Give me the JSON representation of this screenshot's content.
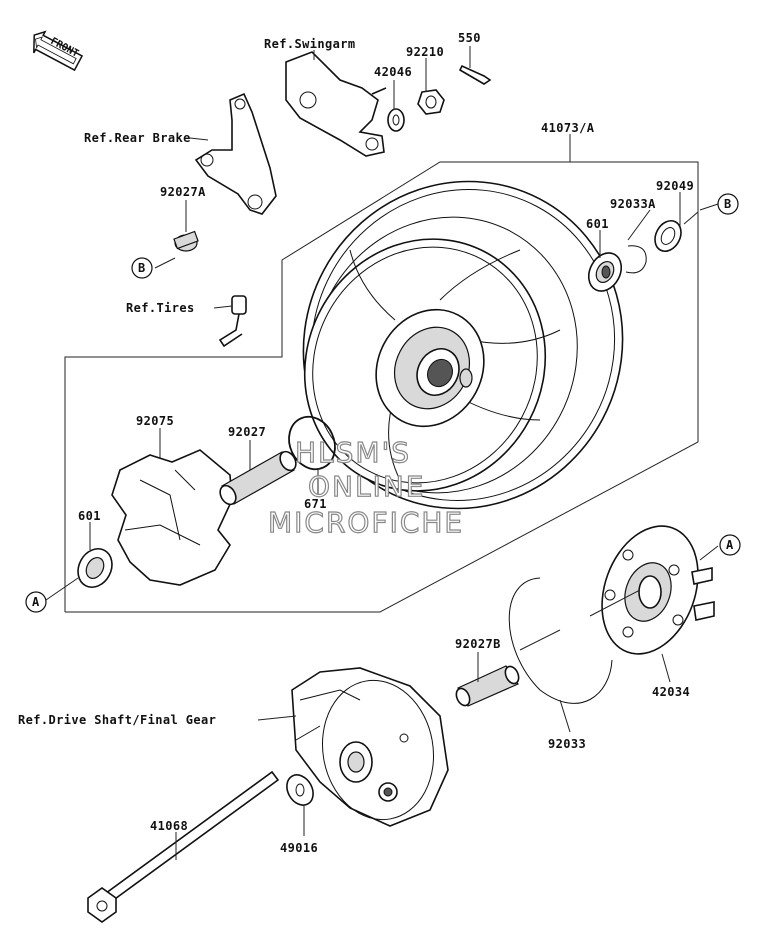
{
  "labels": {
    "front": "FRONT",
    "ref_swingarm": "Ref.Swingarm",
    "p550": "550",
    "p92210": "92210",
    "p42046": "42046",
    "ref_rear_brake": "Ref.Rear Brake",
    "p92027A": "92027A",
    "p41073A": "41073/A",
    "p92049": "92049",
    "p92033A": "92033A",
    "p601_top": "601",
    "ref_tires": "Ref.Tires",
    "p92075": "92075",
    "p92027": "92027",
    "p671": "671",
    "p601_left": "601",
    "p92027B": "92027B",
    "ref_drive_shaft": "Ref.Drive Shaft/Final Gear",
    "p42034": "42034",
    "p92033": "92033",
    "p41068": "41068",
    "p49016": "49016",
    "ref_A_left": "A",
    "ref_A_right": "A",
    "ref_B_left": "B",
    "ref_B_right": "B"
  },
  "watermark": {
    "line1": "HLSM'S",
    "line2": "ONLINE",
    "line3": "MICROFICHE"
  }
}
